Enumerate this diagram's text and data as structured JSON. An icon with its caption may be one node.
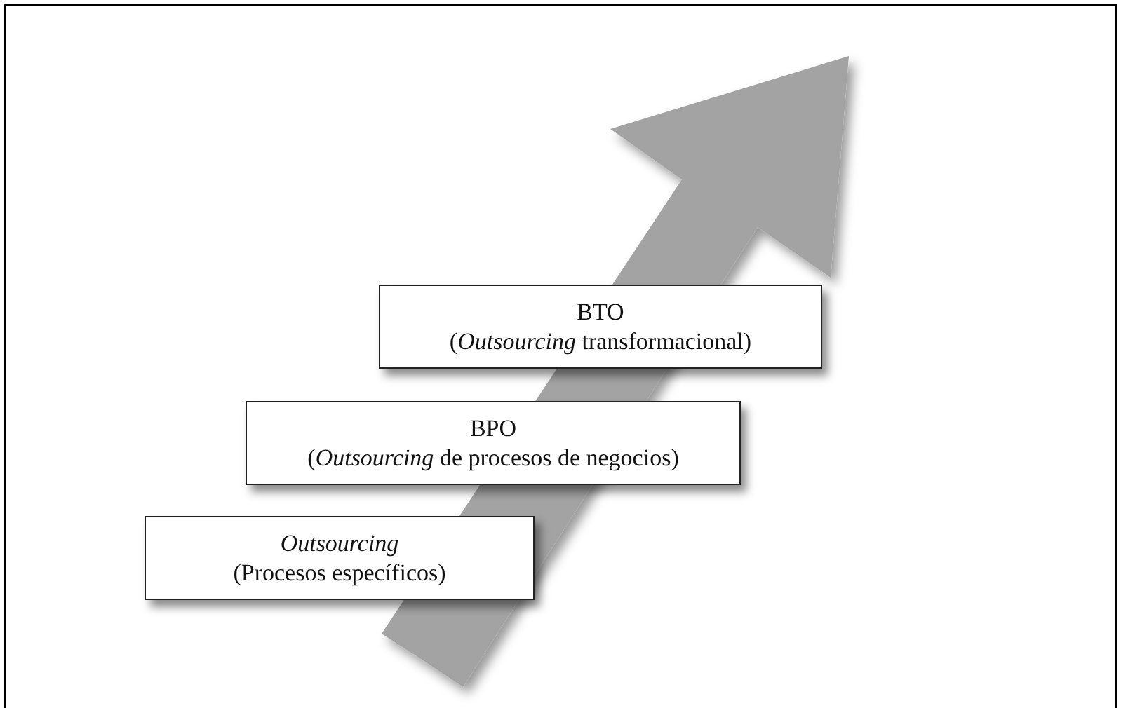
{
  "diagram": {
    "nodes": [
      {
        "text": [
          "BTO",
          "(*Outsourcing* transformacional)"
        ]
      },
      {
        "text": [
          "BPO",
          "(*Outsourcing* de procesos de negocios)"
        ]
      },
      {
        "text": [
          "Outsourcing",
          "(Procesos específicos)"
        ]
      }
    ]
  }
}
